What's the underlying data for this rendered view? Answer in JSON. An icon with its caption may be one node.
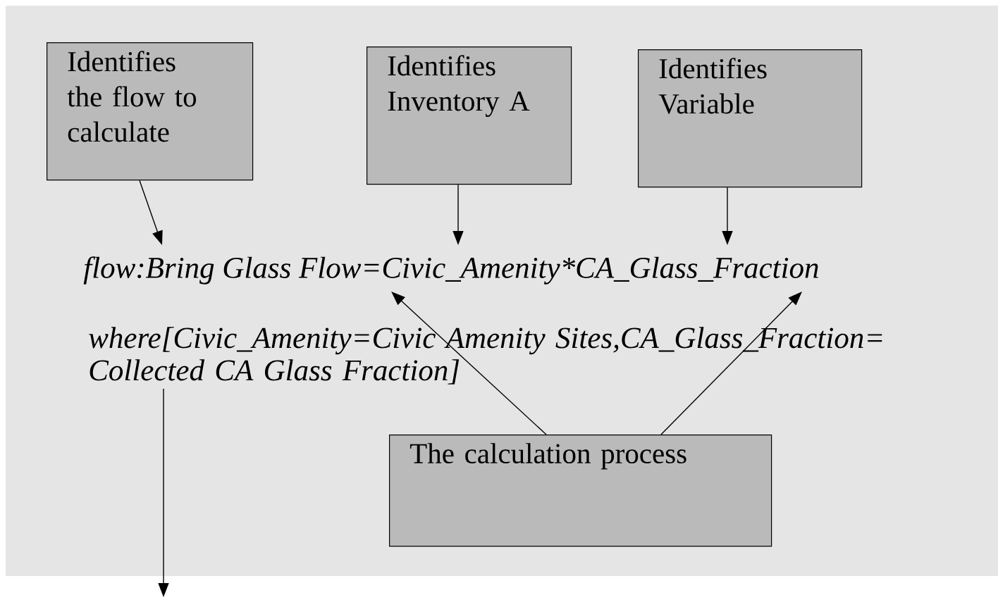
{
  "diagram": {
    "nodes": [
      {
        "text": [
          "Identifies the flow to calculate"
        ]
      },
      {
        "text": [
          "Identifies Inventory A"
        ]
      },
      {
        "text": [
          "Identifies Variable"
        ]
      },
      {
        "text": [
          "flow:Bring Glass Flow=Civic_Amenity*CA_Glass_Fraction"
        ]
      },
      {
        "text": [
          "where[Civic_Amenity=Civic Amenity Sites,CA_Glass_Fraction= Collected CA Glass Fraction]"
        ]
      },
      {
        "text": [
          "The calculation process"
        ]
      }
    ],
    "edges": [
      {
        "from": 0,
        "to": 3,
        "arrow": "to"
      },
      {
        "from": 1,
        "to": 3,
        "arrow": "to"
      },
      {
        "from": 2,
        "to": 3,
        "arrow": "to"
      },
      {
        "from": 5,
        "to": 3,
        "arrow": "to"
      },
      {
        "from": 5,
        "to": 3,
        "arrow": "to"
      },
      {
        "from": 4,
        "to": null,
        "arrow": "to"
      }
    ]
  }
}
